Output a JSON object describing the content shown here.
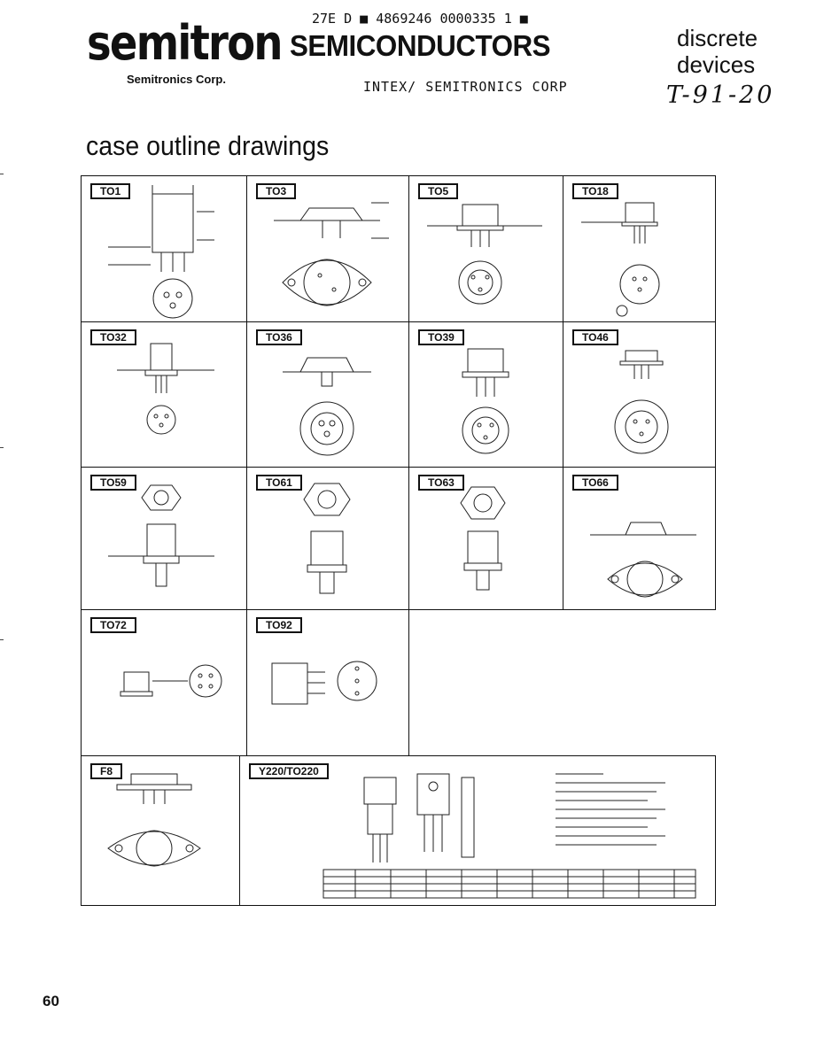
{
  "header": {
    "logo_text": "semitron",
    "company": "Semitronics Corp.",
    "heading": "SEMICONDUCTORS",
    "code_line": "27E D  ■ 4869246 0000335 1 ■",
    "sub_heading": "INTEX/ SEMITRONICS CORP",
    "category_line1": "discrete",
    "category_line2": "devices",
    "handwritten": "T-91-20"
  },
  "page_title": "case outline drawings",
  "page_number": "60",
  "cases": [
    {
      "label": "TO1"
    },
    {
      "label": "TO3"
    },
    {
      "label": "TO5"
    },
    {
      "label": "TO18"
    },
    {
      "label": "TO32"
    },
    {
      "label": "TO36"
    },
    {
      "label": "TO39"
    },
    {
      "label": "TO46"
    },
    {
      "label": "TO59"
    },
    {
      "label": "TO61"
    },
    {
      "label": "TO63"
    },
    {
      "label": "TO66"
    },
    {
      "label": "TO72"
    },
    {
      "label": "TO92"
    },
    {
      "label": "F8"
    },
    {
      "label": "Y220/TO220"
    }
  ]
}
